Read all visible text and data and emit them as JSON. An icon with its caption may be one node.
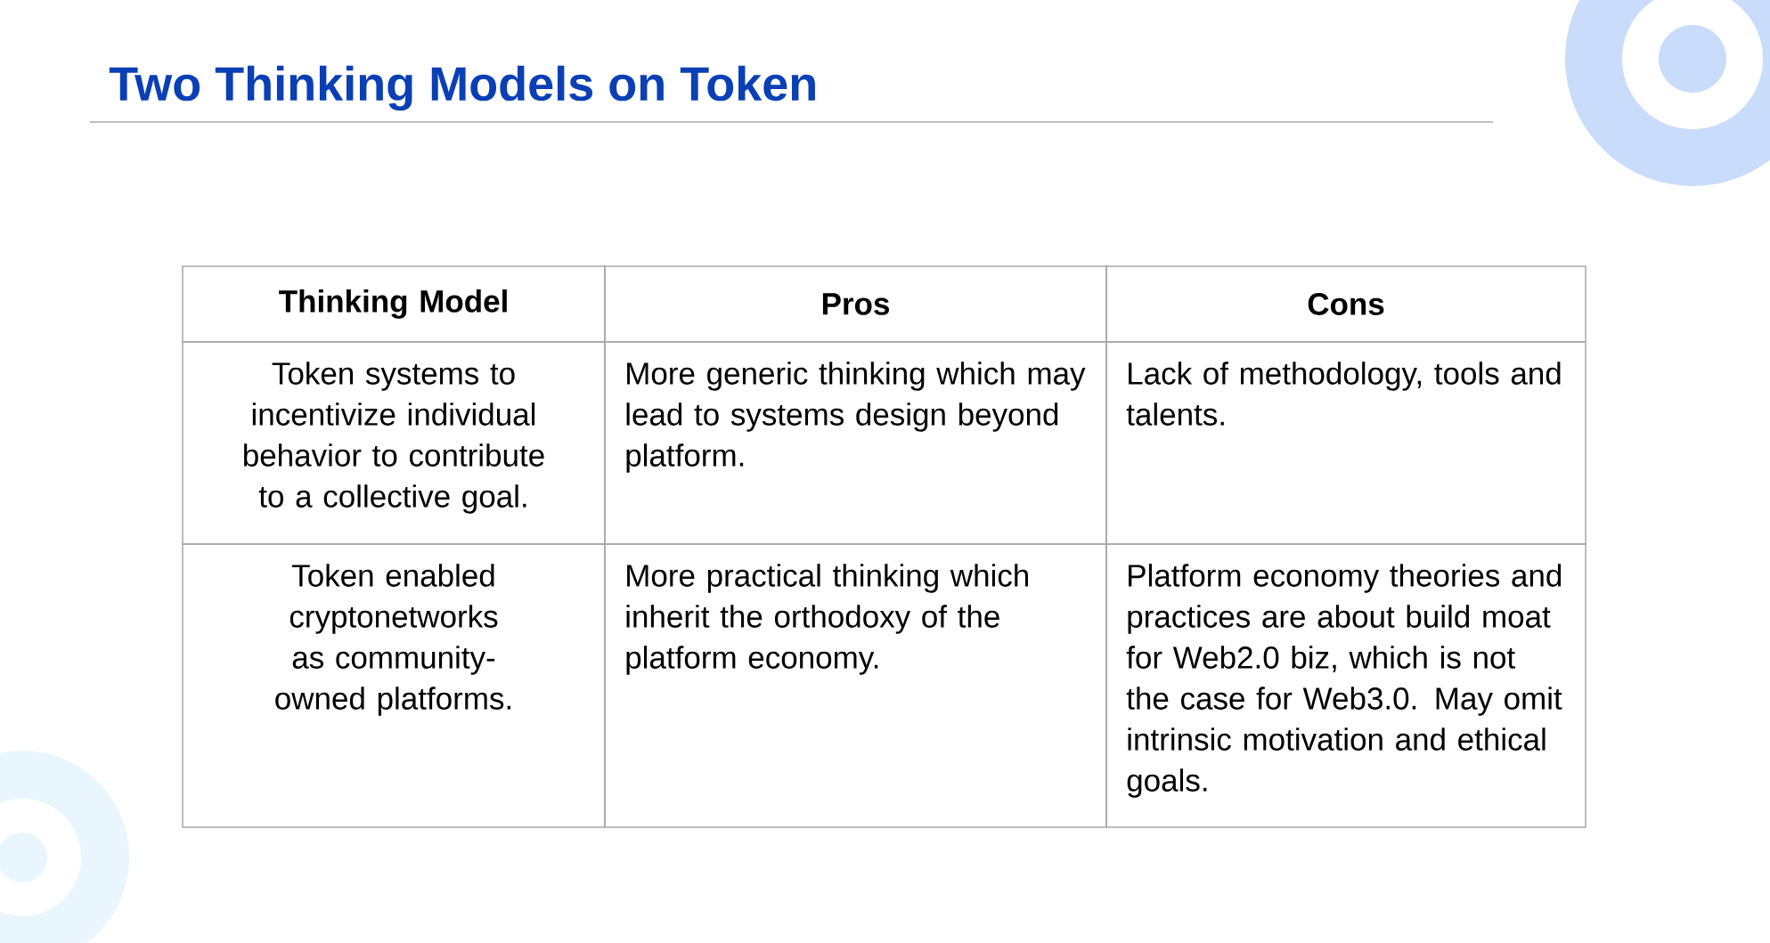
{
  "diagram": {
    "title": "Two Thinking Models on Token",
    "labels": [
      "Thinking Model",
      "Pros",
      "Cons",
      "Token systems to incentivize individual behavior to contribute to a collective goal.",
      "More generic thinking which may lead to systems design beyond platform.",
      "Lack of methodology, tools and talents.",
      "Token enabled cryptonetworks as community-owned platforms.",
      "More practical thinking which inherit the orthodoxy of the platform economy.",
      "Platform economy theories and practices are about build moat for Web2.0 biz, which is not the case for Web3.0. May omit intrinsic motivation and ethical goals."
    ]
  }
}
